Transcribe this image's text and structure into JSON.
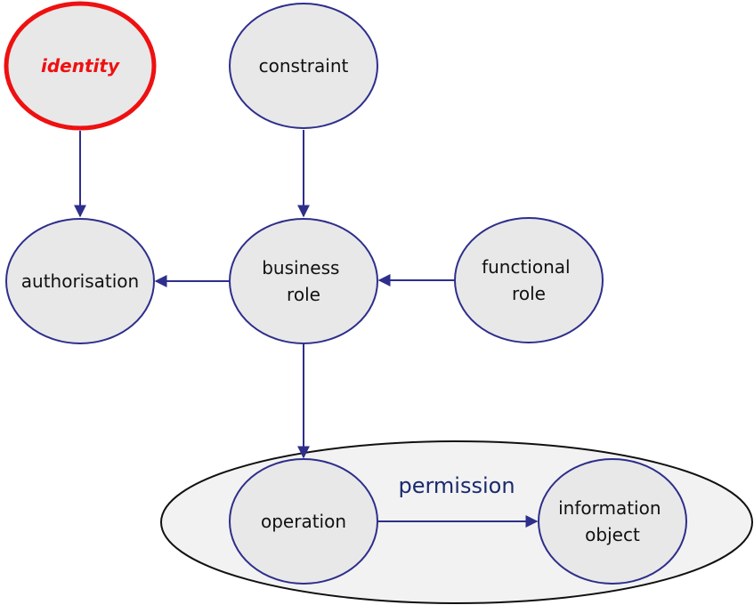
{
  "colors": {
    "node_fill": "#e8e8e8",
    "node_stroke": "#2e2e8c",
    "highlight": "#ee1111",
    "group_fill": "#f2f2f2",
    "group_label": "#1a2a6c",
    "edge": "#2e2e8c"
  },
  "group": {
    "label": "permission"
  },
  "nodes": {
    "identity": {
      "label": "identity",
      "highlighted": true
    },
    "constraint": {
      "label": "constraint"
    },
    "authorisation": {
      "label": "authorisation"
    },
    "business_role": {
      "lines": [
        "business",
        "role"
      ]
    },
    "functional_role": {
      "lines": [
        "functional",
        "role"
      ]
    },
    "operation": {
      "label": "operation"
    },
    "information_object": {
      "lines": [
        "information",
        "object"
      ]
    }
  },
  "edges": [
    {
      "from": "identity",
      "to": "authorisation"
    },
    {
      "from": "constraint",
      "to": "business_role"
    },
    {
      "from": "business_role",
      "to": "authorisation"
    },
    {
      "from": "functional_role",
      "to": "business_role"
    },
    {
      "from": "business_role",
      "to": "operation"
    },
    {
      "from": "operation",
      "to": "information_object"
    }
  ]
}
